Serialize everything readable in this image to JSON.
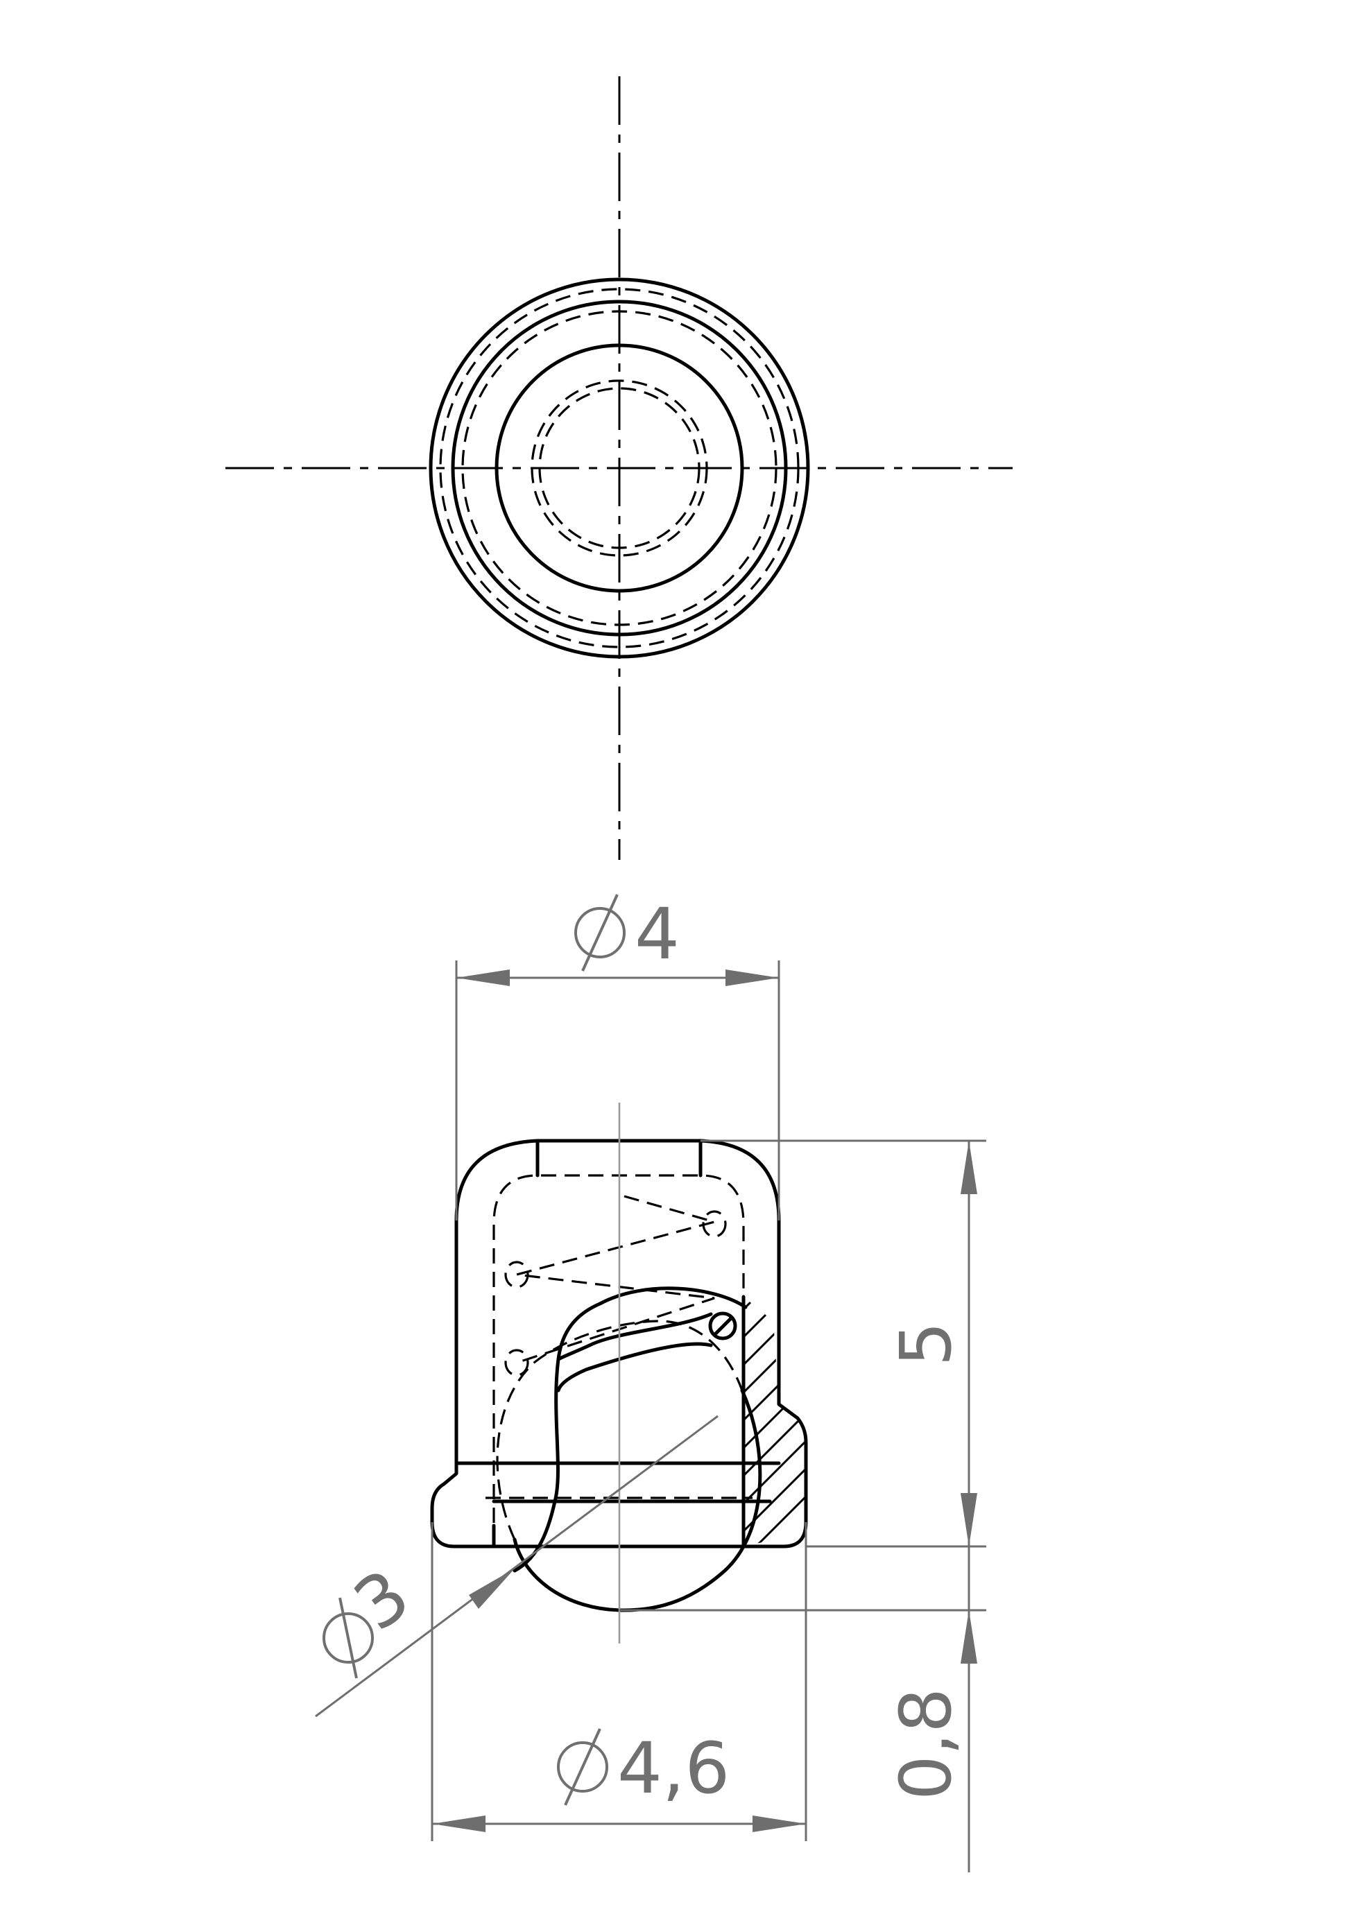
{
  "dimensions": {
    "top_width": {
      "symbol": "diameter",
      "value": "4"
    },
    "height": {
      "value": "5"
    },
    "ball": {
      "symbol": "diameter",
      "value": "3"
    },
    "flange_width": {
      "symbol": "diameter",
      "value": "4,6"
    },
    "ball_protrusion": {
      "value": "0,8"
    }
  },
  "colors": {
    "object_line": "#000000",
    "dimension_line": "#6e6e6e",
    "dimension_text": "#707070",
    "background": "#ffffff"
  }
}
